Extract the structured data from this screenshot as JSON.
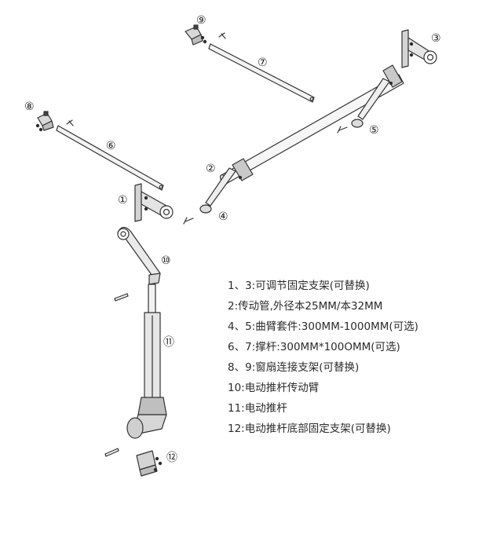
{
  "callouts": [
    "①",
    "②",
    "③",
    "④",
    "⑤",
    "⑥",
    "⑦",
    "⑧",
    "⑨",
    "⑩",
    "⑪",
    "⑫"
  ],
  "legend": [
    "1、3:可调节固定支架(可替换)",
    "2:传动管,外径本25MM/本32MM",
    "4、5:曲臂套件:300MM-1000MM(可选)",
    "6、7:撑杆:300MM*100OMM(可选)",
    "8、9:窗扇连接支架(可替换)",
    "10:电动推杆传动臂",
    "11:电动推杆",
    "12:电动推杆底部固定支架(可替换)"
  ]
}
